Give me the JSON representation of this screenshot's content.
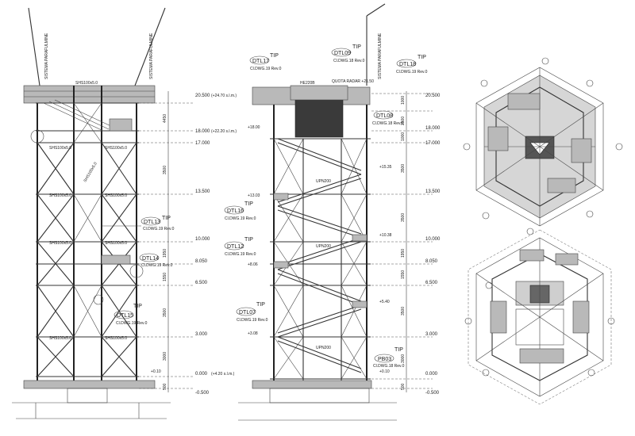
{
  "elevation_left": {
    "top_label_left": "SISTEMA PARAFULMINE",
    "top_label_right": "SISTEMA PARAFULMINE",
    "member_label": "SHS100x5.0",
    "cross_label": "SHS100x5.0",
    "callouts": [
      {
        "code": "DTL13",
        "tag": "TIP",
        "ref": "Cl.DWG.19 Rev.0"
      },
      {
        "code": "DTL14",
        "tag": "",
        "ref": "Cl.DWG.19 Rev.0"
      },
      {
        "code": "DTL15",
        "tag": "TIP",
        "ref": "Cl.DWG.19 Rev.0"
      }
    ],
    "spot_level": "+0.10"
  },
  "elevation_right": {
    "top_label": "SISTEMA PARAFULMINE",
    "platform_beam": "HE220B",
    "radar_level": "QUOTA RADAR +21.50",
    "stair_label": "UPN200",
    "callouts": [
      {
        "code": "DTL17",
        "tag": "TIP",
        "ref": "Cl.DWG.19 Rev.0"
      },
      {
        "code": "DTL09",
        "tag": "TIP",
        "ref": "Cl.DWG.18 Rev.0"
      },
      {
        "code": "DTL18",
        "tag": "TIP",
        "ref": "Cl.DWG.19 Rev.0"
      },
      {
        "code": "DTL08",
        "tag": "",
        "ref": "Cl.DWG.18 Rev.0"
      },
      {
        "code": "DTL16",
        "tag": "TIP",
        "ref": "Cl.DWG.19 Rev.0"
      },
      {
        "code": "DTL12",
        "tag": "TIP",
        "ref": "Cl.DWG.19 Rev.0"
      },
      {
        "code": "DTL07",
        "tag": "TIP",
        "ref": "Cl.DWG.19 Rev.0"
      },
      {
        "code": "PB03",
        "tag": "TIP",
        "ref": "Cl.DWG.18 Rev.0"
      }
    ],
    "spot_levels": [
      "+18.00",
      "+15.35",
      "+13.03",
      "+10.38",
      "+8.06",
      "+5.40",
      "+3.08",
      "+0.10"
    ]
  },
  "levels_left": [
    "20.500",
    "18.000",
    "17.000",
    "13.500",
    "10.000",
    "8.050",
    "6.500",
    "3.000",
    "0.000",
    "-0.500"
  ],
  "levels_left_notes": {
    "20.500": "(+24.70 s.l.m.)",
    "18.000": "(+22.20 s.l.m.)",
    "0.000": "(+4.20 s.l.m.)"
  },
  "levels_right": [
    "20.500",
    "18.000",
    "17.000",
    "13.500",
    "10.000",
    "8.050",
    "6.500",
    "3.000",
    "0.000",
    "-0.500"
  ],
  "dims_left": [
    "4450",
    "3500",
    "1950",
    "1550",
    "3500",
    "3000",
    "500"
  ],
  "dims_right": [
    "1000",
    "2500",
    "1000",
    "3500",
    "3500",
    "1950",
    "1550",
    "3500",
    "3000",
    "500"
  ]
}
